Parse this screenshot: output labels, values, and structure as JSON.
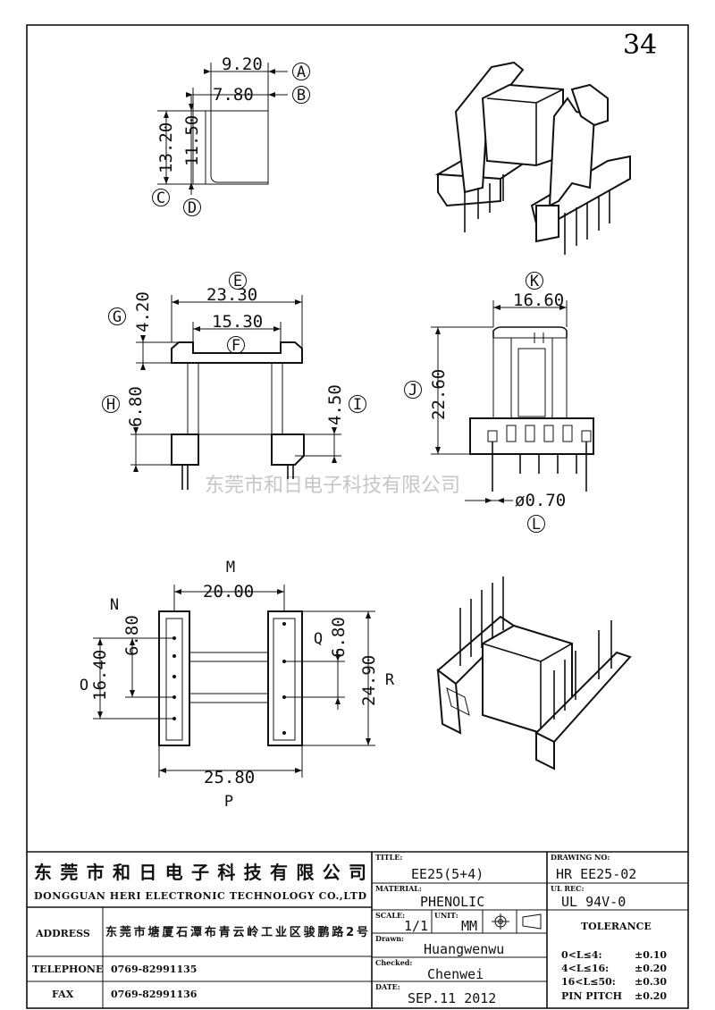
{
  "page_number": "34",
  "watermark": "东莞市和日电子科技有限公司",
  "views": {
    "top": {
      "dims": {
        "a": "9.20",
        "b": "7.80",
        "c": "13.20",
        "d": "11.50"
      },
      "labels": {
        "a": "A",
        "b": "B",
        "c": "C",
        "d": "D"
      }
    },
    "front": {
      "dims": {
        "e": "23.30",
        "f": "15.30",
        "g": "4.20",
        "h": "6.80",
        "i": "4.50"
      },
      "labels": {
        "e": "E",
        "f": "F",
        "g": "G",
        "h": "H",
        "i": "I"
      }
    },
    "side": {
      "dims": {
        "k": "16.60",
        "j": "22.60",
        "l": "ø0.70"
      },
      "labels": {
        "k": "K",
        "j": "J",
        "l": "L"
      }
    },
    "bottom": {
      "dims": {
        "m": "20.00",
        "n": "6.80",
        "o": "16.40",
        "q": "6.80",
        "r": "24.90",
        "p": "25.80"
      },
      "labels": {
        "m": "M",
        "n": "N",
        "o": "O",
        "q": "Q",
        "r": "R",
        "p": "P"
      }
    }
  },
  "title_block": {
    "company_cn": "东莞市和日电子科技有限公司",
    "company_en": "DONGGUAN HERI ELECTRONIC TECHNOLOGY CO.,LTD",
    "address_label": "ADDRESS",
    "address": "东莞市塘厦石潭布青云岭工业区骏鹏路2号",
    "telephone_label": "TELEPHONE",
    "telephone": "0769-82991135",
    "fax_label": "FAX",
    "fax": "0769-82991136",
    "title_label": "TITLE:",
    "title": "EE25(5+4)",
    "material_label": "MATERIAL:",
    "material": "PHENOLIC",
    "scale_label": "SCALE:",
    "scale": "1/1",
    "unit_label": "UNIT:",
    "unit": "MM",
    "drawn_label": "Drawn:",
    "drawn": "Huangwenwu",
    "checked_label": "Checked:",
    "checked": "Chenwei",
    "date_label": "DATE:",
    "date": "SEP.11 2012",
    "drawing_no_label": "DRAWING NO:",
    "drawing_no": "HR EE25-02",
    "ul_rec_label": "UL REC:",
    "ul_rec": "UL  94V-0",
    "tolerance_title": "TOLERANCE",
    "tolerances": [
      {
        "range": "0<L≤4:",
        "value": "±0.10"
      },
      {
        "range": "4<L≤16:",
        "value": "±0.20"
      },
      {
        "range": "16<L≤50:",
        "value": "±0.30"
      },
      {
        "range": "PIN PITCH",
        "value": "±0.20"
      }
    ]
  }
}
